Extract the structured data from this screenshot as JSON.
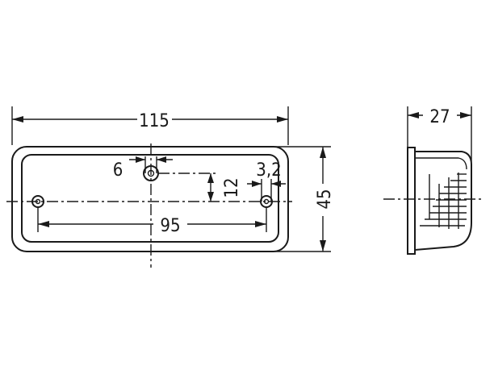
{
  "dimensions": {
    "overall_width": "115",
    "height": "45",
    "depth": "27",
    "hole_spacing": "95",
    "slot_width": "6",
    "hole_diameter": "3,2",
    "slot_offset": "12"
  }
}
